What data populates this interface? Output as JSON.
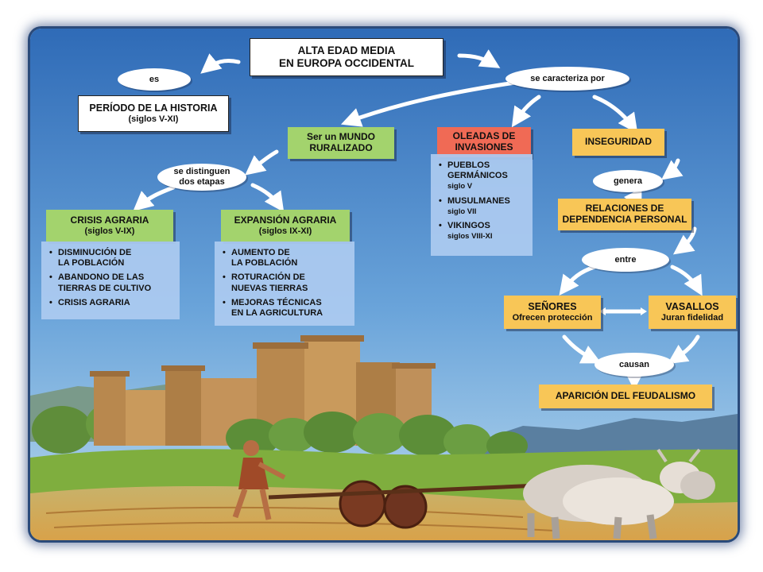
{
  "title": {
    "line1": "ALTA EDAD MEDIA",
    "line2": "EN EUROPA OCCIDENTAL"
  },
  "connector_es": "es",
  "periodo": {
    "line1": "PERÍODO DE LA HISTORIA",
    "line2": "(siglos V-XI)"
  },
  "connector_caracteriza": "se caracteriza por",
  "mundo_ruralizado": {
    "line1": "Ser un MUNDO",
    "line2": "RURALIZADO"
  },
  "oleadas": {
    "line1": "OLEADAS DE",
    "line2": "INVASIONES"
  },
  "inseguridad": "INSEGURIDAD",
  "connector_distinguen": {
    "line1": "se distinguen",
    "line2": "dos etapas"
  },
  "crisis": {
    "line1": "CRISIS AGRARIA",
    "line2": "(siglos V-IX)"
  },
  "crisis_items": [
    {
      "line1": "DISMINUCIÓN DE",
      "line2": "LA POBLACIÓN"
    },
    {
      "line1": "ABANDONO DE LAS",
      "line2": "TIERRAS DE CULTIVO"
    },
    {
      "line1": "CRISIS AGRARIA"
    }
  ],
  "expansion": {
    "line1": "EXPANSIÓN AGRARIA",
    "line2": "(siglos IX-XI)"
  },
  "expansion_items": [
    {
      "line1": "AUMENTO DE",
      "line2": "LA POBLACIÓN"
    },
    {
      "line1": "ROTURACIÓN DE",
      "line2": "NUEVAS TIERRAS"
    },
    {
      "line1": "MEJORAS TÉCNICAS",
      "line2": "EN LA AGRICULTURA"
    }
  ],
  "invasion_items": [
    {
      "line1": "PUEBLOS",
      "line2": "GERMÁNICOS",
      "line3": "siglo V"
    },
    {
      "line1": "MUSULMANES",
      "line3": "siglo VII"
    },
    {
      "line1": "VIKINGOS",
      "line3": "siglos VIII-XI"
    }
  ],
  "connector_genera": "genera",
  "relaciones": {
    "line1": "RELACIONES DE",
    "line2": "DEPENDENCIA PERSONAL"
  },
  "connector_entre": "entre",
  "senores": {
    "line1": "SEÑORES",
    "line2": "Ofrecen protección"
  },
  "vasallos": {
    "line1": "VASALLOS",
    "line2": "Juran fidelidad"
  },
  "connector_causan": "causan",
  "feudalismo": "APARICIÓN DEL FEUDALISMO",
  "colors": {
    "sky_top": "#2f6bb7",
    "sky_bottom": "#a9cde9",
    "green_box": "#a3d36d",
    "red_box": "#f06a55",
    "yellow_box": "#f8c657",
    "panel": "#accaf0"
  }
}
